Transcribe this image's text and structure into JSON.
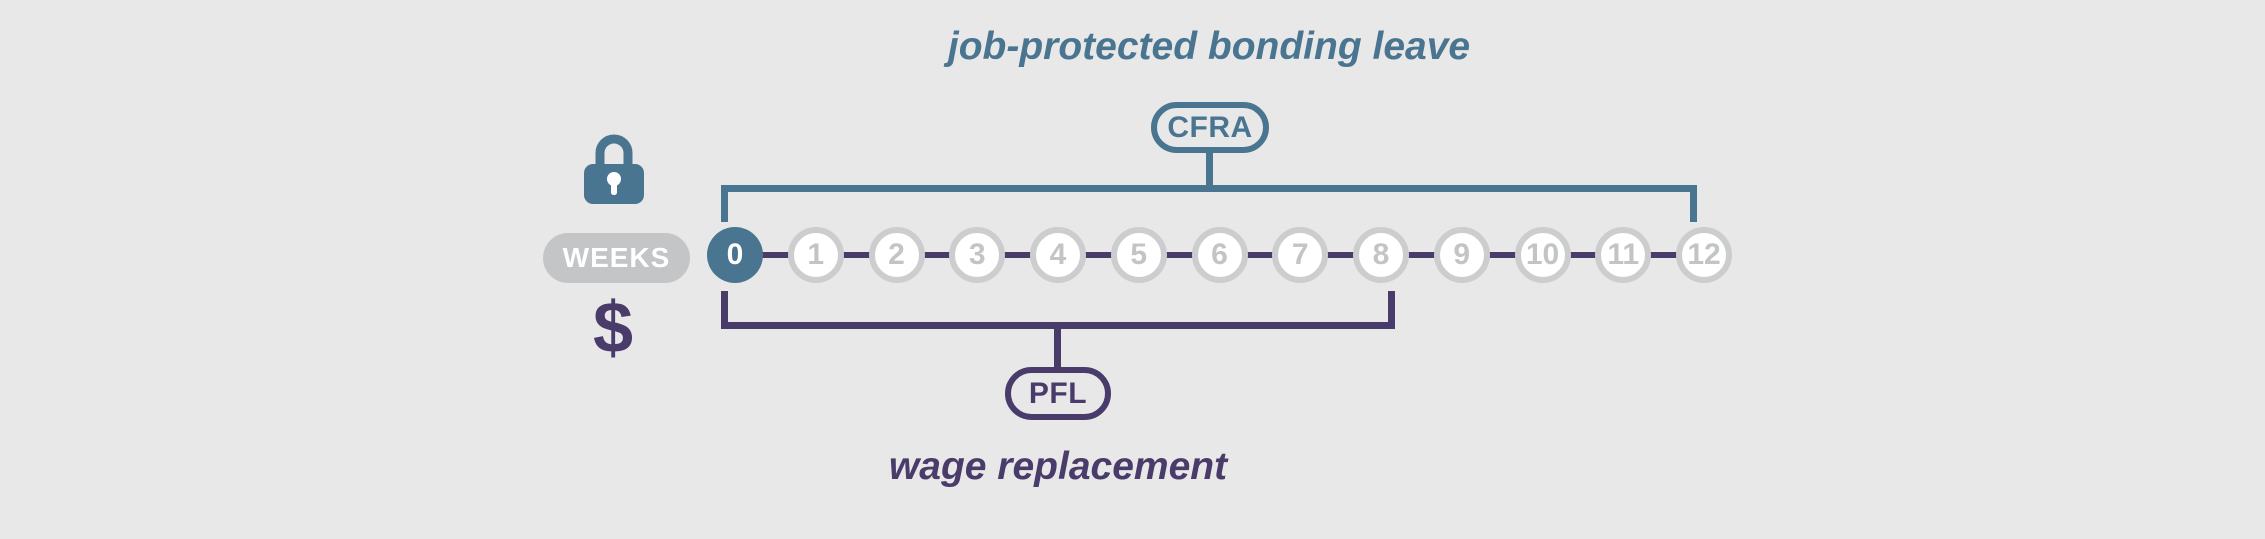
{
  "diagram": {
    "colors": {
      "teal": "#497591",
      "purple": "#493b6a",
      "pill_gray": "#c4c5c7",
      "circle_border_gray": "#cccdce",
      "circle_number_gray": "#c3c4c6",
      "background": "#e9e8e8"
    },
    "top_section": {
      "label": "job-protected bonding leave",
      "badge": "CFRA"
    },
    "bottom_section": {
      "label": "wage replacement",
      "badge": "PFL"
    },
    "axis": {
      "label": "WEEKS",
      "dollar_glyph": "$",
      "lock_icon": "lock-icon"
    },
    "timeline": {
      "weeks": [
        "0",
        "1",
        "2",
        "3",
        "4",
        "5",
        "6",
        "7",
        "8",
        "9",
        "10",
        "11",
        "12"
      ],
      "active_week": "0",
      "cfra_span_weeks": [
        0,
        12
      ],
      "pfl_span_weeks": [
        0,
        8
      ]
    }
  }
}
